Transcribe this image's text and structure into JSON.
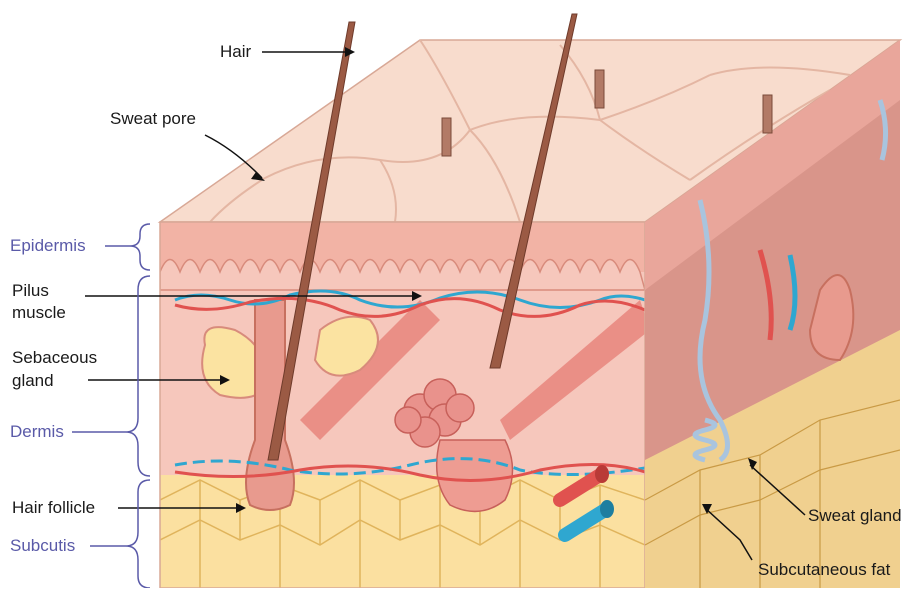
{
  "labels": {
    "hair": "Hair",
    "sweat_pore": "Sweat pore",
    "pilus_muscle_line1": "Pilus",
    "pilus_muscle_line2": "muscle",
    "sebaceous_gland_line1": "Sebaceous",
    "sebaceous_gland_line2": "gland",
    "hair_follicle": "Hair follicle",
    "sweat_gland": "Sweat gland",
    "subcutaneous_fat": "Subcutaneous fat"
  },
  "layers": {
    "epidermis": "Epidermis",
    "dermis": "Dermis",
    "subcutis": "Subcutis"
  },
  "colors": {
    "skin_surface": "#f8dccd",
    "epidermis": "#f2b3a5",
    "dermis": "#f6c7bc",
    "side_dermis": "#d9958a",
    "fat": "#fbe0a0",
    "fat_outline": "#e0b45c",
    "hair": "#9b5a44",
    "artery": "#e0524f",
    "vein": "#2fa7d0",
    "sweat_duct": "#a9c4de",
    "layer_label": "#5a5aa8"
  }
}
